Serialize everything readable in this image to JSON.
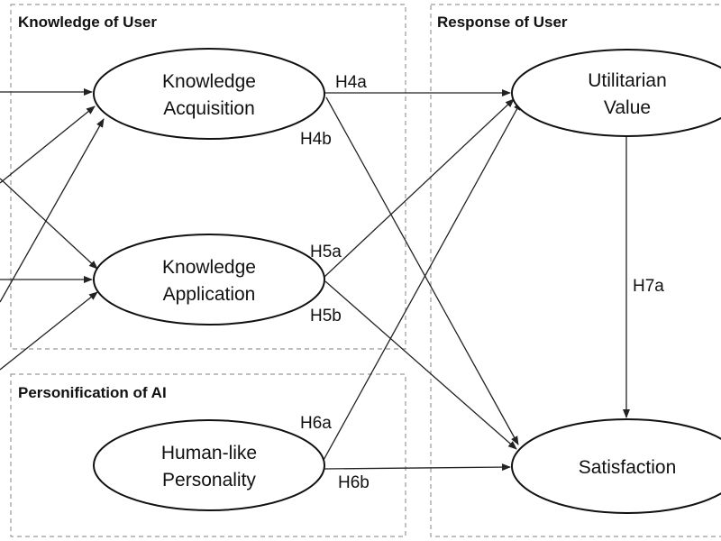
{
  "groups": {
    "knowledge": {
      "title": "Knowledge of User"
    },
    "response": {
      "title": "Response of User"
    },
    "personification": {
      "title": "Personification of AI"
    }
  },
  "nodes": {
    "acquisition": {
      "line1": "Knowledge",
      "line2": "Acquisition"
    },
    "application": {
      "line1": "Knowledge",
      "line2": "Application"
    },
    "personality": {
      "line1": "Human-like",
      "line2": "Personality"
    },
    "utilitarian": {
      "line1": "Utilitarian",
      "line2": "Value"
    },
    "satisfaction": {
      "line1": "Satisfaction"
    }
  },
  "edges": {
    "h4a": "H4a",
    "h4b": "H4b",
    "h5a": "H5a",
    "h5b": "H5b",
    "h6a": "H6a",
    "h6b": "H6b",
    "h7a": "H7a"
  },
  "colors": {
    "stroke": "#111111",
    "group_border": "#9a9a9a",
    "background": "#ffffff"
  }
}
